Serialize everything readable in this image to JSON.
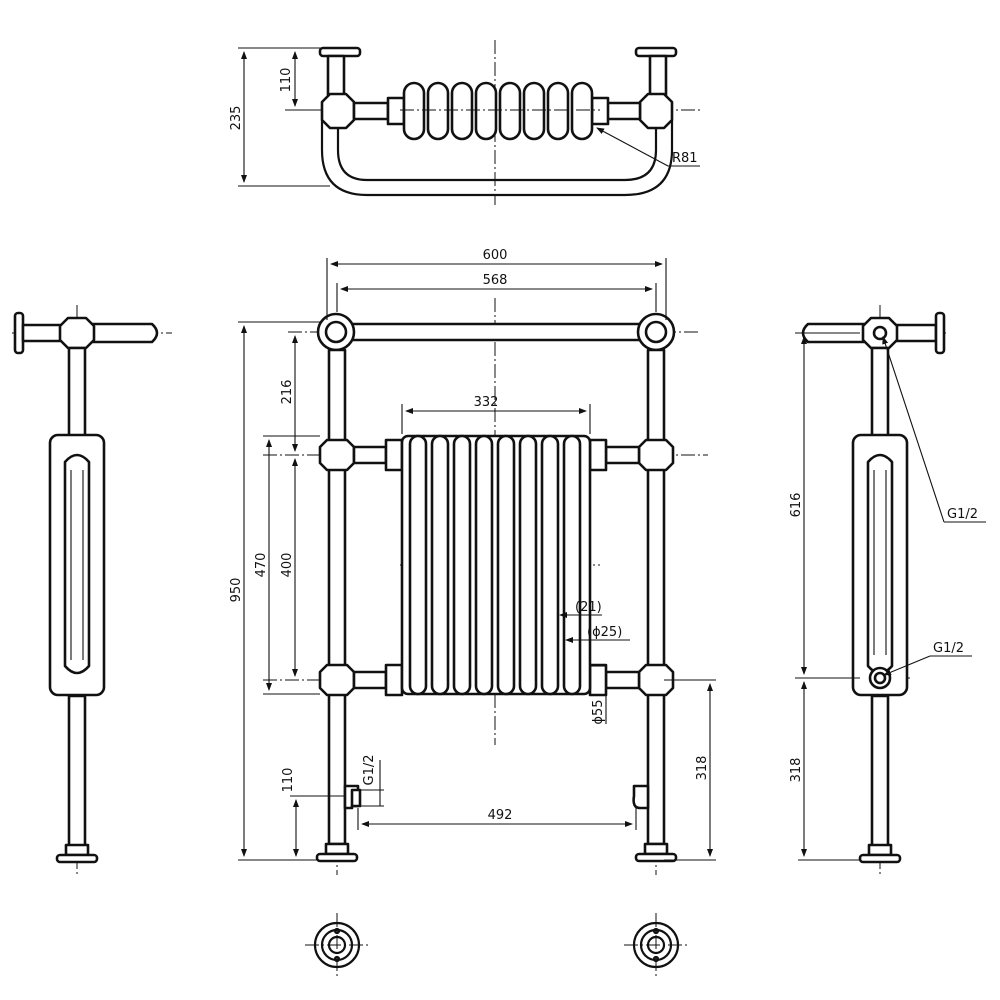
{
  "top_view": {
    "dims": {
      "d110": "110",
      "d235": "235",
      "radius": "R81"
    }
  },
  "front_view": {
    "dims": {
      "overall_width": "600",
      "rail_centers": "568",
      "radiator_width": "332",
      "top_offset": "216",
      "height_470": "470",
      "height_400": "400",
      "overall_height": "950",
      "col_21": "(21)",
      "col_25": "(ϕ25)",
      "d55": "ϕ55",
      "d318": "318",
      "d110": "110",
      "g12": "G1/2",
      "d492": "492"
    }
  },
  "right_view": {
    "dims": {
      "d616": "616",
      "d318": "318",
      "g12_top": "G1/2",
      "g12_bottom": "G1/2"
    }
  }
}
